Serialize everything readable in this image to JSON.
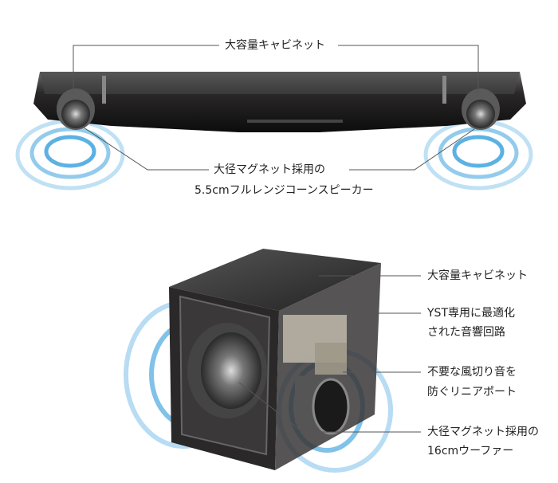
{
  "soundbar": {
    "cabinet_label": "大容量キャビネット",
    "speaker_label_line1": "大径マグネット採用の",
    "speaker_label_line2": "5.5cmフルレンジコーンスピーカー"
  },
  "subwoofer": {
    "cabinet_label": "大容量キャビネット",
    "circuit_label_line1": "YST専用に最適化",
    "circuit_label_line2": "された音響回路",
    "port_label_line1": "不要な風切り音を",
    "port_label_line2": "防ぐリニアポート",
    "woofer_label_line1": "大径マグネット採用の",
    "woofer_label_line2": "16cmウーファー"
  },
  "colors": {
    "wave": "#4aa8e0",
    "body": "#1c1a1a",
    "leader": "#555555"
  }
}
